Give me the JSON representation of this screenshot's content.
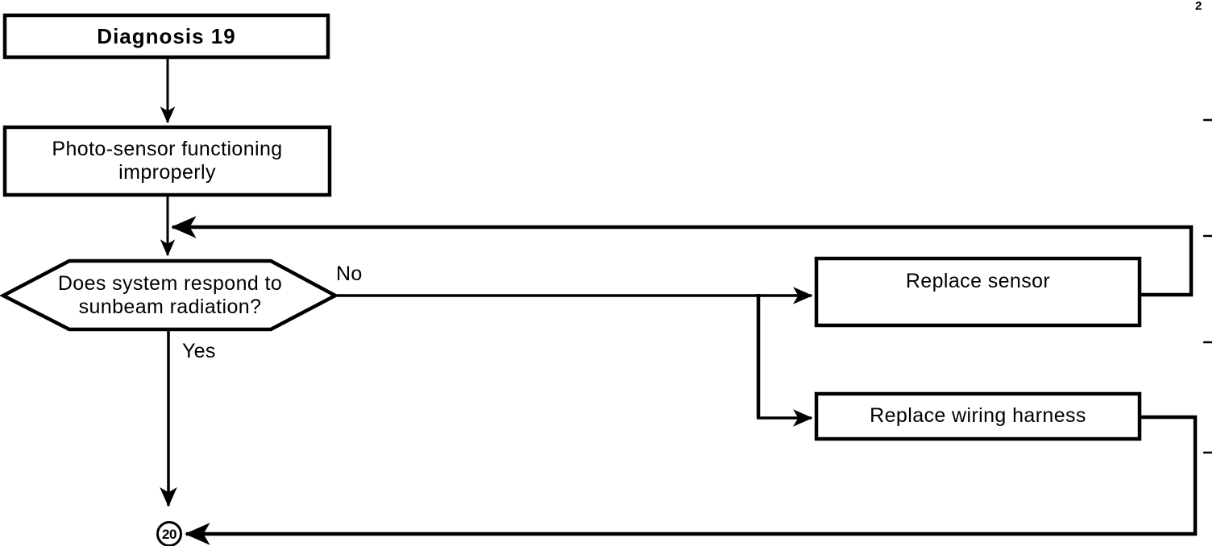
{
  "diagram": {
    "type": "flowchart",
    "title": "Diagnosis 19",
    "nodes": [
      {
        "id": "start",
        "shape": "process",
        "text": "Diagnosis 19"
      },
      {
        "id": "photo_sensor",
        "shape": "process",
        "text": "Photo-sensor functioning\nimproperly"
      },
      {
        "id": "decision",
        "shape": "hexagon",
        "text": "Does system respond to\nsunbeam radiation?"
      },
      {
        "id": "replace_sensor",
        "shape": "process",
        "text": "Replace sensor"
      },
      {
        "id": "replace_harness",
        "shape": "process",
        "text": "Replace wiring harness"
      },
      {
        "id": "connector_20",
        "shape": "connector",
        "text": "20"
      }
    ],
    "edge_labels": {
      "no": "No",
      "yes": "Yes"
    },
    "corner_mark": "2",
    "colors": {
      "stroke": "#000000",
      "background": "#ffffff",
      "text": "#000000"
    }
  }
}
